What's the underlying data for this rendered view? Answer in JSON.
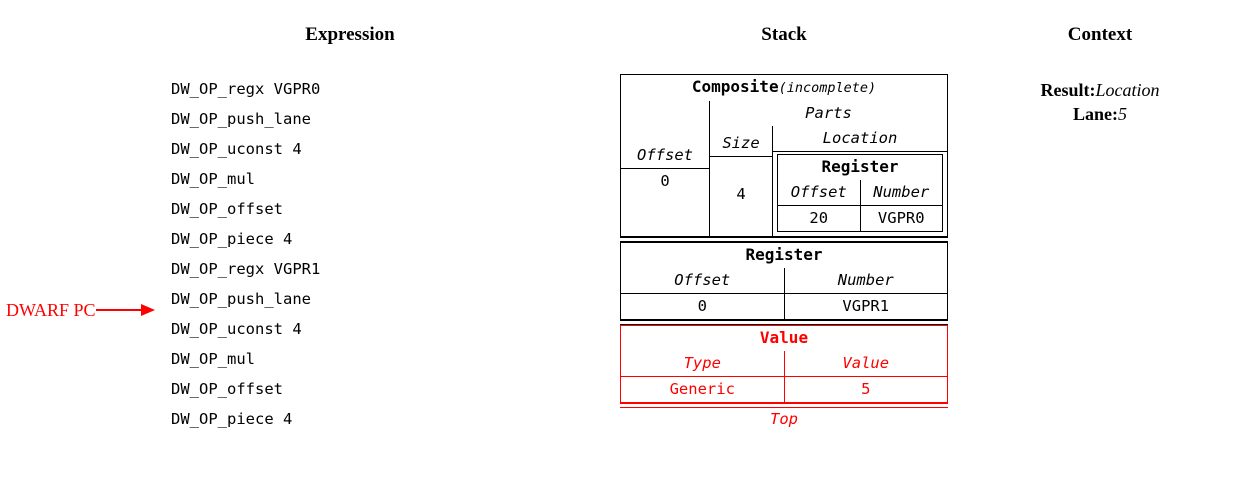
{
  "headers": {
    "expression": "Expression",
    "stack": "Stack",
    "context": "Context"
  },
  "expression": {
    "lines": [
      "DW_OP_regx VGPR0",
      "DW_OP_push_lane",
      "DW_OP_uconst 4",
      "DW_OP_mul",
      "DW_OP_offset",
      "DW_OP_piece 4",
      "DW_OP_regx VGPR1",
      "DW_OP_push_lane",
      "DW_OP_uconst 4",
      "DW_OP_mul",
      "DW_OP_offset",
      "DW_OP_piece 4"
    ],
    "pc_marker": {
      "label": "DWARF PC",
      "target_line_index": 8,
      "color": "#ff0000"
    }
  },
  "stack": {
    "entries": [
      {
        "kind": "composite",
        "title": "Composite",
        "title_suffix": "(incomplete)",
        "offset_header": "Offset",
        "offset_value": "0",
        "parts_header": "Parts",
        "size_header": "Size",
        "location_header": "Location",
        "part": {
          "size": "4",
          "location": {
            "title": "Register",
            "offset_header": "Offset",
            "number_header": "Number",
            "offset_value": "20",
            "number_value": "VGPR0"
          }
        }
      },
      {
        "kind": "register",
        "title": "Register",
        "offset_header": "Offset",
        "number_header": "Number",
        "offset_value": "0",
        "number_value": "VGPR1"
      },
      {
        "kind": "value",
        "title": "Value",
        "type_header": "Type",
        "value_header": "Value",
        "type_value": "Generic",
        "value_value": "5",
        "color": "#ff0000"
      }
    ],
    "top_label": "Top"
  },
  "context": {
    "rows": [
      {
        "key": "Result:",
        "value": "Location"
      },
      {
        "key": "Lane:",
        "value": "5"
      }
    ]
  },
  "colors": {
    "highlight": "#ff0000",
    "default": "#000000"
  }
}
